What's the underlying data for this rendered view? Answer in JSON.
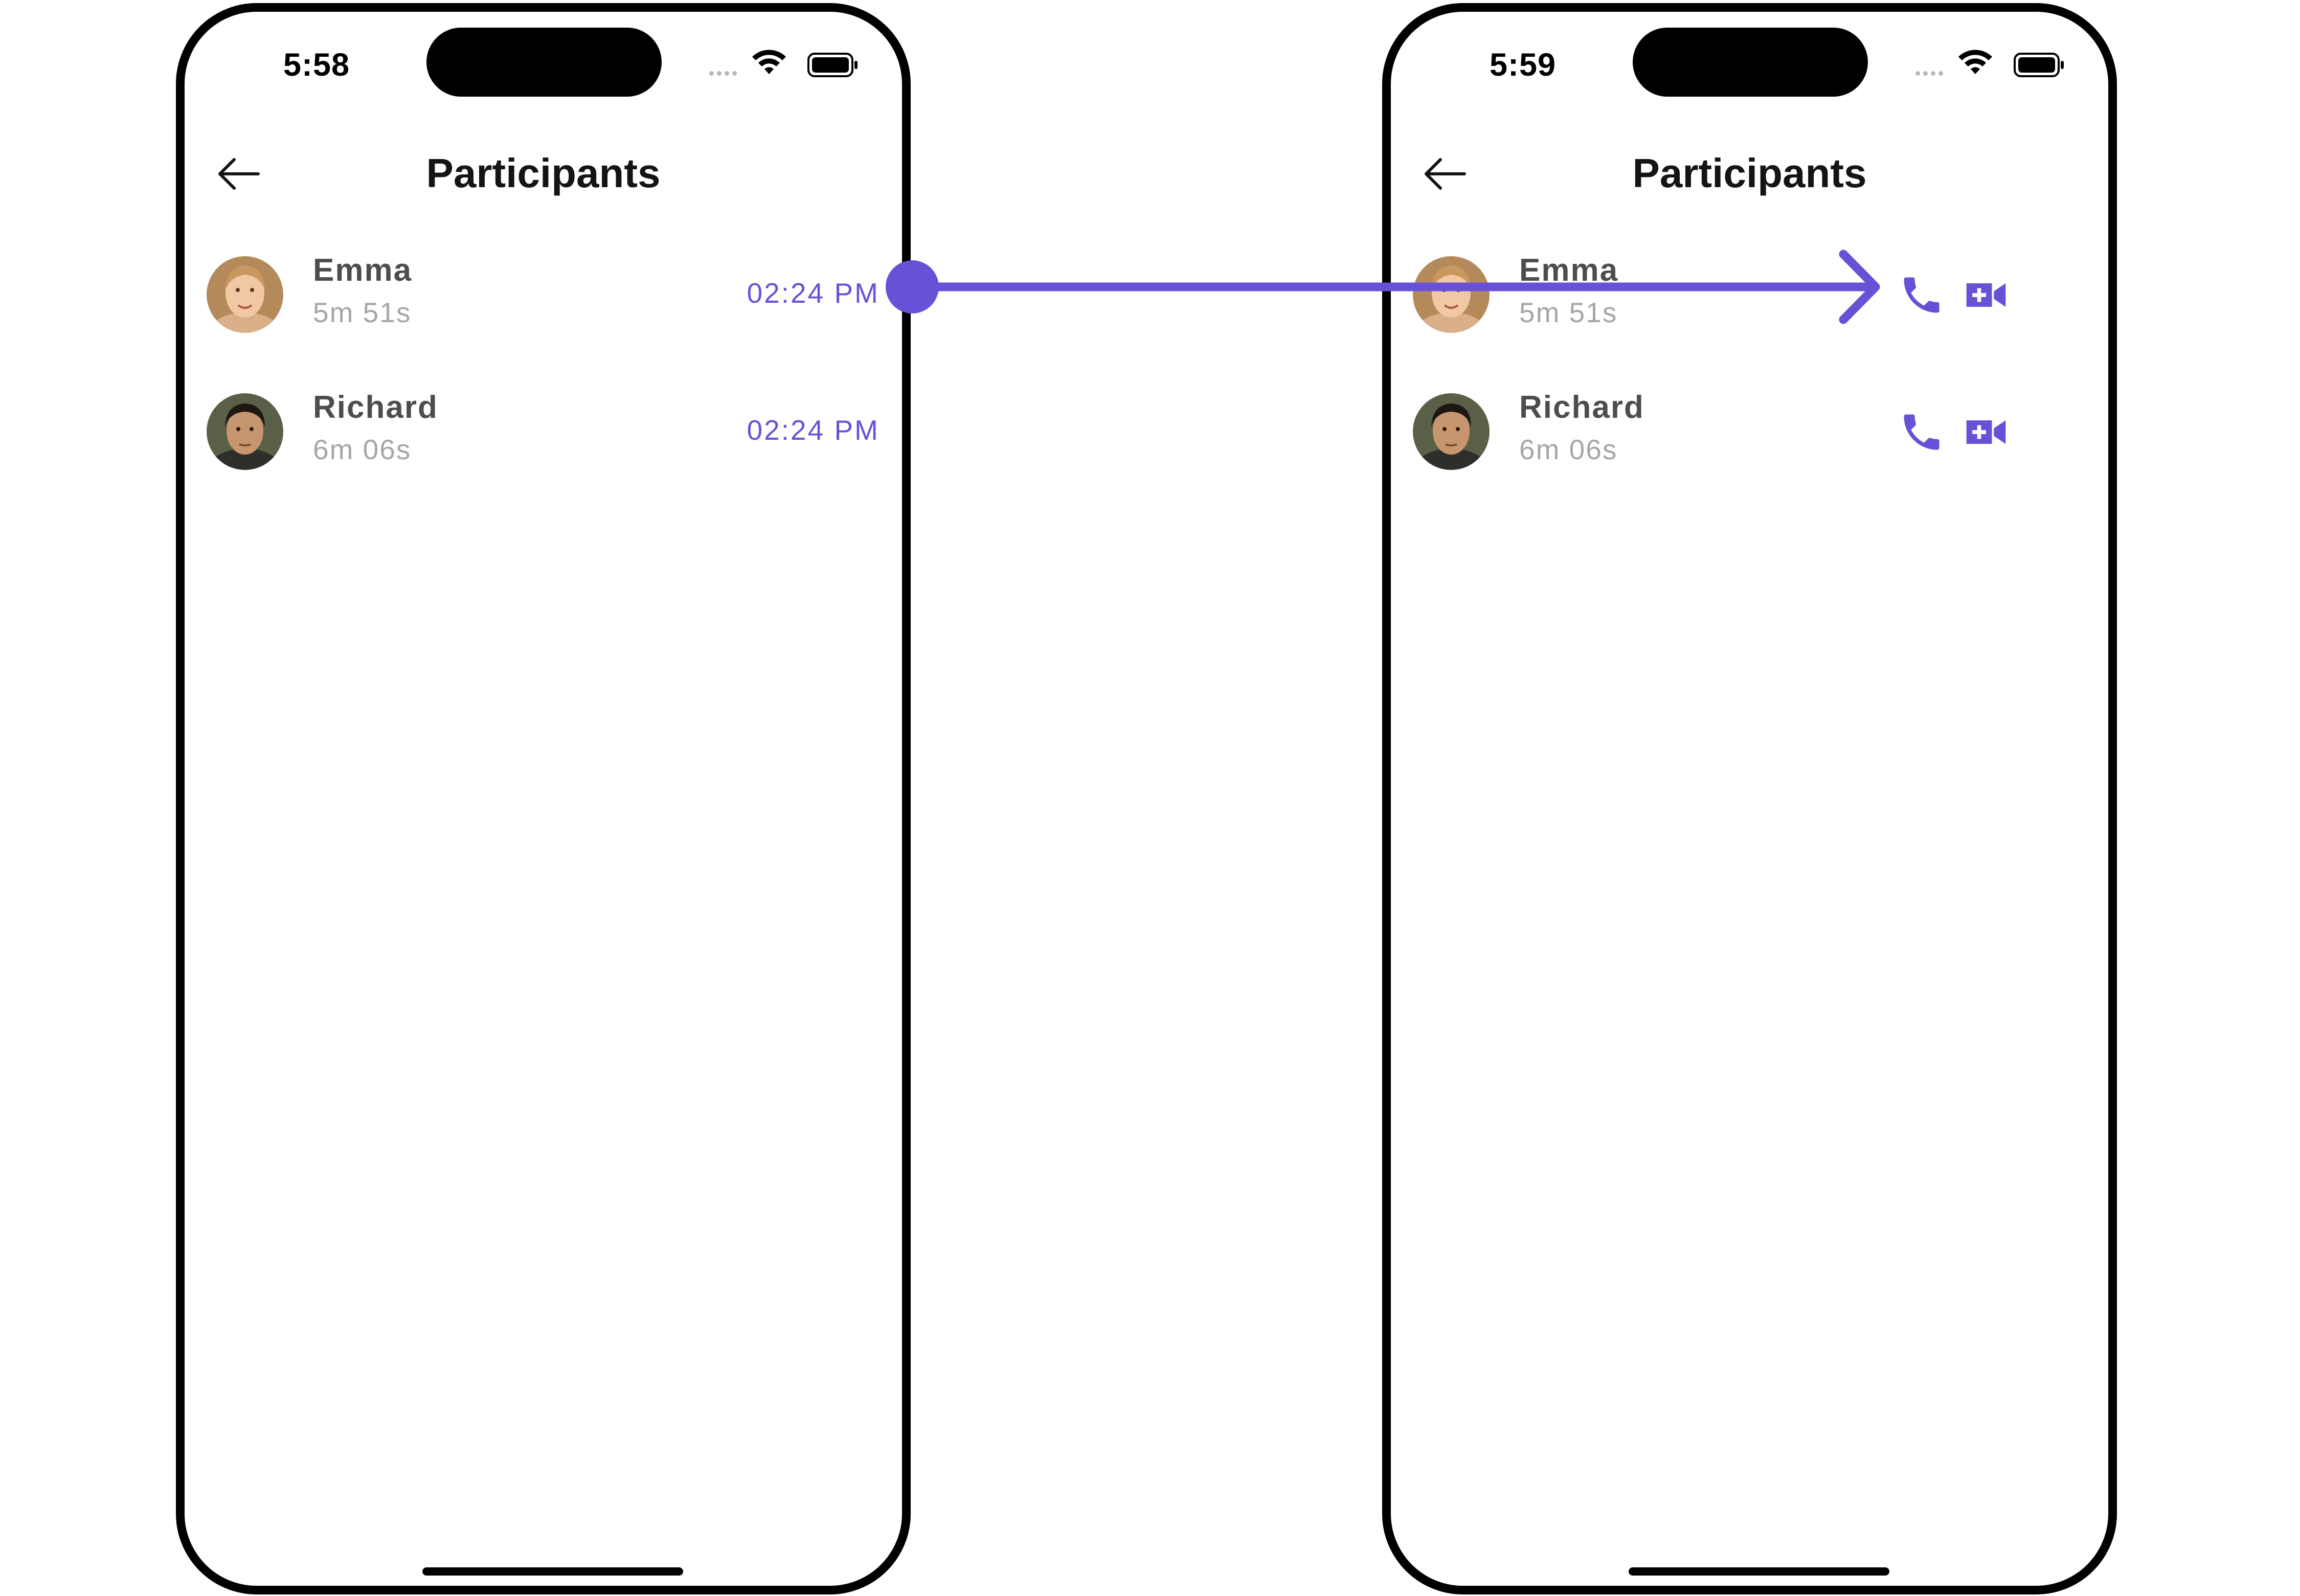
{
  "screens": [
    {
      "status_time": "5:58",
      "title": "Participants",
      "participants": [
        {
          "name": "Emma",
          "duration": "5m 51s",
          "time": "02:24 PM"
        },
        {
          "name": "Richard",
          "duration": "6m 06s",
          "time": "02:24 PM"
        }
      ]
    },
    {
      "status_time": "5:59",
      "title": "Participants",
      "participants": [
        {
          "name": "Emma",
          "duration": "5m 51s"
        },
        {
          "name": "Richard",
          "duration": "6m 06s"
        }
      ]
    }
  ],
  "icons": {
    "back": "arrow-left-icon",
    "call": "phone-icon",
    "video": "video-camera-icon",
    "wifi": "wifi-icon",
    "battery": "battery-icon"
  },
  "colors": {
    "accent": "#6851d6",
    "frame": "#000000",
    "name_text": "#4d4d4d",
    "secondary_text": "#a6a6a6"
  }
}
